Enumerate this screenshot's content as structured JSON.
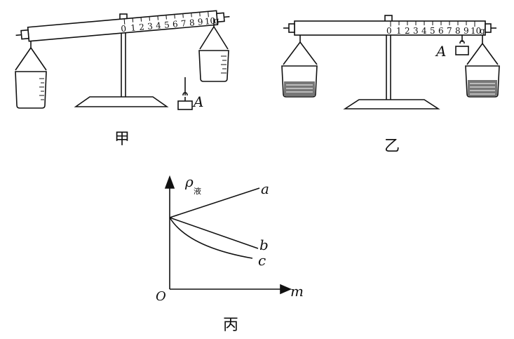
{
  "figure_jia": {
    "caption": "甲",
    "scale": {
      "zero": "0",
      "marks": [
        "1",
        "2",
        "3",
        "4",
        "5",
        "6",
        "7",
        "8",
        "9"
      ],
      "ten": "10",
      "unit": "g"
    },
    "weight_label": "A"
  },
  "figure_yi": {
    "caption": "乙",
    "scale": {
      "zero": "0",
      "marks": [
        "1",
        "2",
        "3",
        "4",
        "5",
        "6",
        "7",
        "8",
        "9"
      ],
      "ten": "10",
      "unit": "g"
    },
    "weight_label": "A"
  },
  "figure_bing": {
    "caption": "丙",
    "y_axis_label": "ρ",
    "y_axis_subscript": "液",
    "x_axis_label": "m",
    "origin_label": "O",
    "curves": [
      {
        "name": "a",
        "shape": "rising line"
      },
      {
        "name": "b",
        "shape": "falling line"
      },
      {
        "name": "c",
        "shape": "falling convex curve"
      }
    ]
  }
}
